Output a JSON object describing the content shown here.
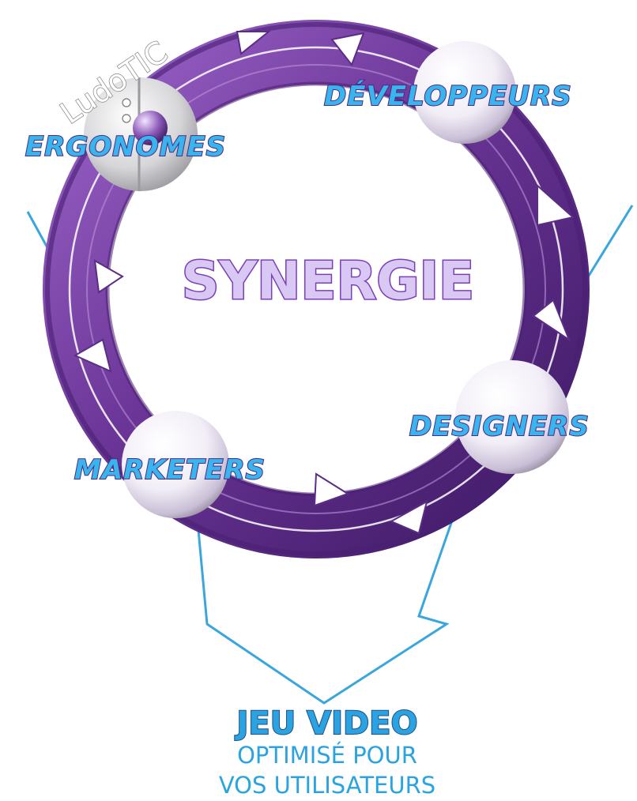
{
  "logo": {
    "text": "LudoTIC"
  },
  "center": {
    "title": "SYNERGIE"
  },
  "nodes": {
    "developpeurs": "DÉVELOPPEURS",
    "ergonomes": "ERGONOMES",
    "designers": "DESIGNERS",
    "marketers": "MARKETERS"
  },
  "output": {
    "title": "JEU VIDEO",
    "line1": "OPTIMISÉ POUR",
    "line2": "VOS UTILISATEURS"
  },
  "colors": {
    "ring": "#6a3596",
    "ring_dark": "#3f1a66",
    "ring_light": "#9c6bc6",
    "label_fill": "#3ab4ec",
    "label_stroke": "#4b2a86",
    "funnel_line": "#3aa6dc"
  }
}
